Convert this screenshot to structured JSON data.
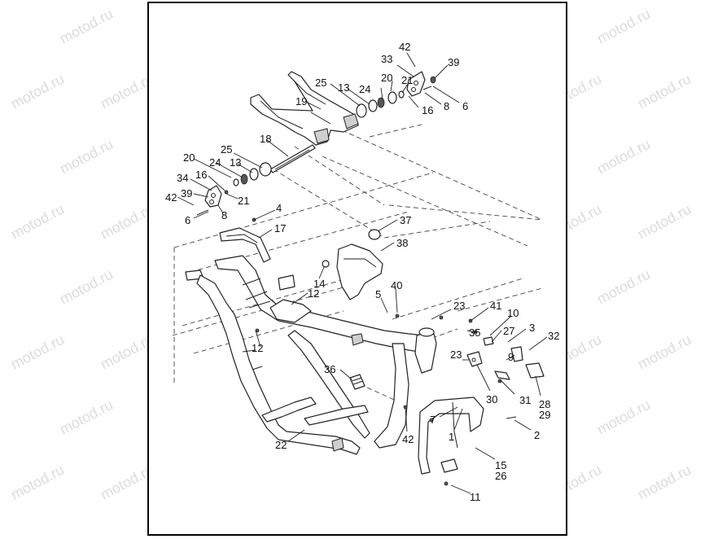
{
  "watermark": {
    "text": "motod.ru"
  },
  "callouts": [
    {
      "id": "c42a",
      "label": "42"
    },
    {
      "id": "c33",
      "label": "33"
    },
    {
      "id": "c39a",
      "label": "39"
    },
    {
      "id": "c20a",
      "label": "20"
    },
    {
      "id": "c21a",
      "label": "21"
    },
    {
      "id": "c25a",
      "label": "25"
    },
    {
      "id": "c13a",
      "label": "13"
    },
    {
      "id": "c24a",
      "label": "24"
    },
    {
      "id": "c19",
      "label": "19"
    },
    {
      "id": "c8a",
      "label": "8"
    },
    {
      "id": "c6a",
      "label": "6"
    },
    {
      "id": "c16a",
      "label": "16"
    },
    {
      "id": "c18",
      "label": "18"
    },
    {
      "id": "c25b",
      "label": "25"
    },
    {
      "id": "c20b",
      "label": "20"
    },
    {
      "id": "c24b",
      "label": "24"
    },
    {
      "id": "c13b",
      "label": "13"
    },
    {
      "id": "c34",
      "label": "34"
    },
    {
      "id": "c16b",
      "label": "16"
    },
    {
      "id": "c42b",
      "label": "42"
    },
    {
      "id": "c39b",
      "label": "39"
    },
    {
      "id": "c21b",
      "label": "21"
    },
    {
      "id": "c6b",
      "label": "6"
    },
    {
      "id": "c8b",
      "label": "8"
    },
    {
      "id": "c4",
      "label": "4"
    },
    {
      "id": "c17",
      "label": "17"
    },
    {
      "id": "c37",
      "label": "37"
    },
    {
      "id": "c38",
      "label": "38"
    },
    {
      "id": "c14",
      "label": "14"
    },
    {
      "id": "c12a",
      "label": "12"
    },
    {
      "id": "c5",
      "label": "5"
    },
    {
      "id": "c40",
      "label": "40"
    },
    {
      "id": "c23a",
      "label": "23"
    },
    {
      "id": "c41",
      "label": "41"
    },
    {
      "id": "c10",
      "label": "10"
    },
    {
      "id": "c35",
      "label": "35"
    },
    {
      "id": "c27",
      "label": "27"
    },
    {
      "id": "c3",
      "label": "3"
    },
    {
      "id": "c32",
      "label": "32"
    },
    {
      "id": "c12b",
      "label": "12"
    },
    {
      "id": "c9",
      "label": "9"
    },
    {
      "id": "c23b",
      "label": "23"
    },
    {
      "id": "c36",
      "label": "36"
    },
    {
      "id": "c30",
      "label": "30"
    },
    {
      "id": "c31",
      "label": "31"
    },
    {
      "id": "c28",
      "label": "28"
    },
    {
      "id": "c29",
      "label": "29"
    },
    {
      "id": "c7",
      "label": "7"
    },
    {
      "id": "c1",
      "label": "1"
    },
    {
      "id": "c2",
      "label": "2"
    },
    {
      "id": "c42c",
      "label": "42"
    },
    {
      "id": "c22",
      "label": "22"
    },
    {
      "id": "c15",
      "label": "15"
    },
    {
      "id": "c26",
      "label": "26"
    },
    {
      "id": "c11",
      "label": "11"
    }
  ]
}
